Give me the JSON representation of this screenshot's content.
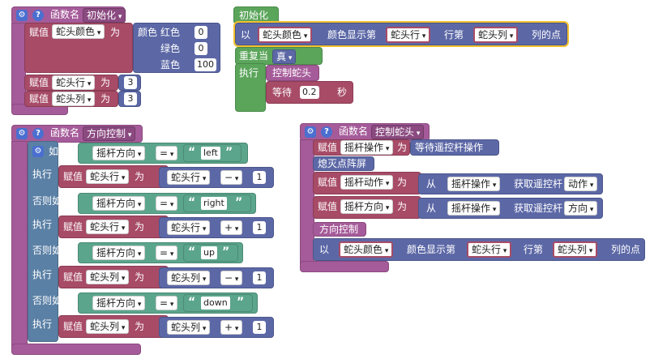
{
  "init_func": {
    "header": "函数名",
    "name": "初始化",
    "set1": {
      "assign": "赋值",
      "var": "蛇头颜色",
      "to": "为",
      "color_label": "颜色",
      "red": "红色",
      "green": "绿色",
      "blue": "蓝色",
      "r": "0",
      "g": "0",
      "b": "100"
    },
    "set2": {
      "assign": "赋值",
      "var": "蛇头行",
      "to": "为",
      "val": "3"
    },
    "set3": {
      "assign": "赋值",
      "var": "蛇头列",
      "to": "为",
      "val": "3"
    }
  },
  "init_block": {
    "header": "初始化",
    "draw": {
      "with": "以",
      "var_color": "蛇头颜色",
      "text1": "颜色显示第",
      "var_row": "蛇头行",
      "text2": "行第",
      "var_col": "蛇头列",
      "text3": "列的点"
    },
    "repeat": {
      "label": "重复当",
      "cond": "真",
      "do": "执行",
      "call": "控制蛇头",
      "wait": "等待",
      "wait_val": "0.2",
      "sec": "秒"
    }
  },
  "dir_func": {
    "header": "函数名",
    "name": "方向控制",
    "if": "如果",
    "do": "执行",
    "elseif": "否则如果",
    "assign": "赋值",
    "to": "为",
    "branches": [
      {
        "cond_var": "摇杆方向",
        "op": "=",
        "str": "left",
        "target": "蛇头行",
        "src": "蛇头行",
        "aop": "−",
        "n": "1"
      },
      {
        "cond_var": "摇杆方向",
        "op": "=",
        "str": "right",
        "target": "蛇头行",
        "src": "蛇头行",
        "aop": "+",
        "n": "1"
      },
      {
        "cond_var": "摇杆方向",
        "op": "=",
        "str": "up",
        "target": "蛇头列",
        "src": "蛇头列",
        "aop": "−",
        "n": "1"
      },
      {
        "cond_var": "摇杆方向",
        "op": "=",
        "str": "down",
        "target": "蛇头列",
        "src": "蛇头列",
        "aop": "+",
        "n": "1"
      }
    ]
  },
  "ctrl_func": {
    "header": "函数名",
    "name": "控制蛇头",
    "set1": {
      "assign": "赋值",
      "var": "摇杆操作",
      "to": "为",
      "val": "等待遥控杆操作"
    },
    "clear": "熄灭点阵屏",
    "set2": {
      "assign": "赋值",
      "var": "摇杆动作",
      "to": "为",
      "from": "从",
      "src": "摇杆操作",
      "get": "获取遥控杆",
      "prop": "动作"
    },
    "set3": {
      "assign": "赋值",
      "var": "摇杆方向",
      "to": "为",
      "from": "从",
      "src": "摇杆操作",
      "get": "获取遥控杆",
      "prop": "方向"
    },
    "call": "方向控制",
    "draw": {
      "with": "以",
      "var_color": "蛇头颜色",
      "text1": "颜色显示第",
      "var_row": "蛇头行",
      "text2": "行第",
      "var_col": "蛇头列",
      "text3": "列的点"
    }
  }
}
